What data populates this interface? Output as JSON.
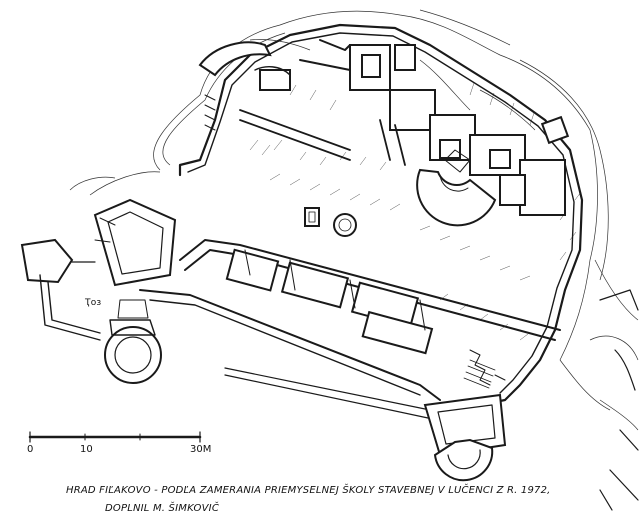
{
  "scale_bar": {
    "labels": [
      "0",
      "10",
      "30M"
    ]
  },
  "caption": {
    "line1": "HRAD FIĽAKOVO - PODĽA ZAMERANIA PRIEMYSELNEJ ŠKOLY STAVEBNEJ V LUČENCI Z R. 1972,",
    "line2": "DOPLNIL M. ŠIMKOVIČ"
  },
  "annotation": {
    "text": "Ҭоз"
  }
}
